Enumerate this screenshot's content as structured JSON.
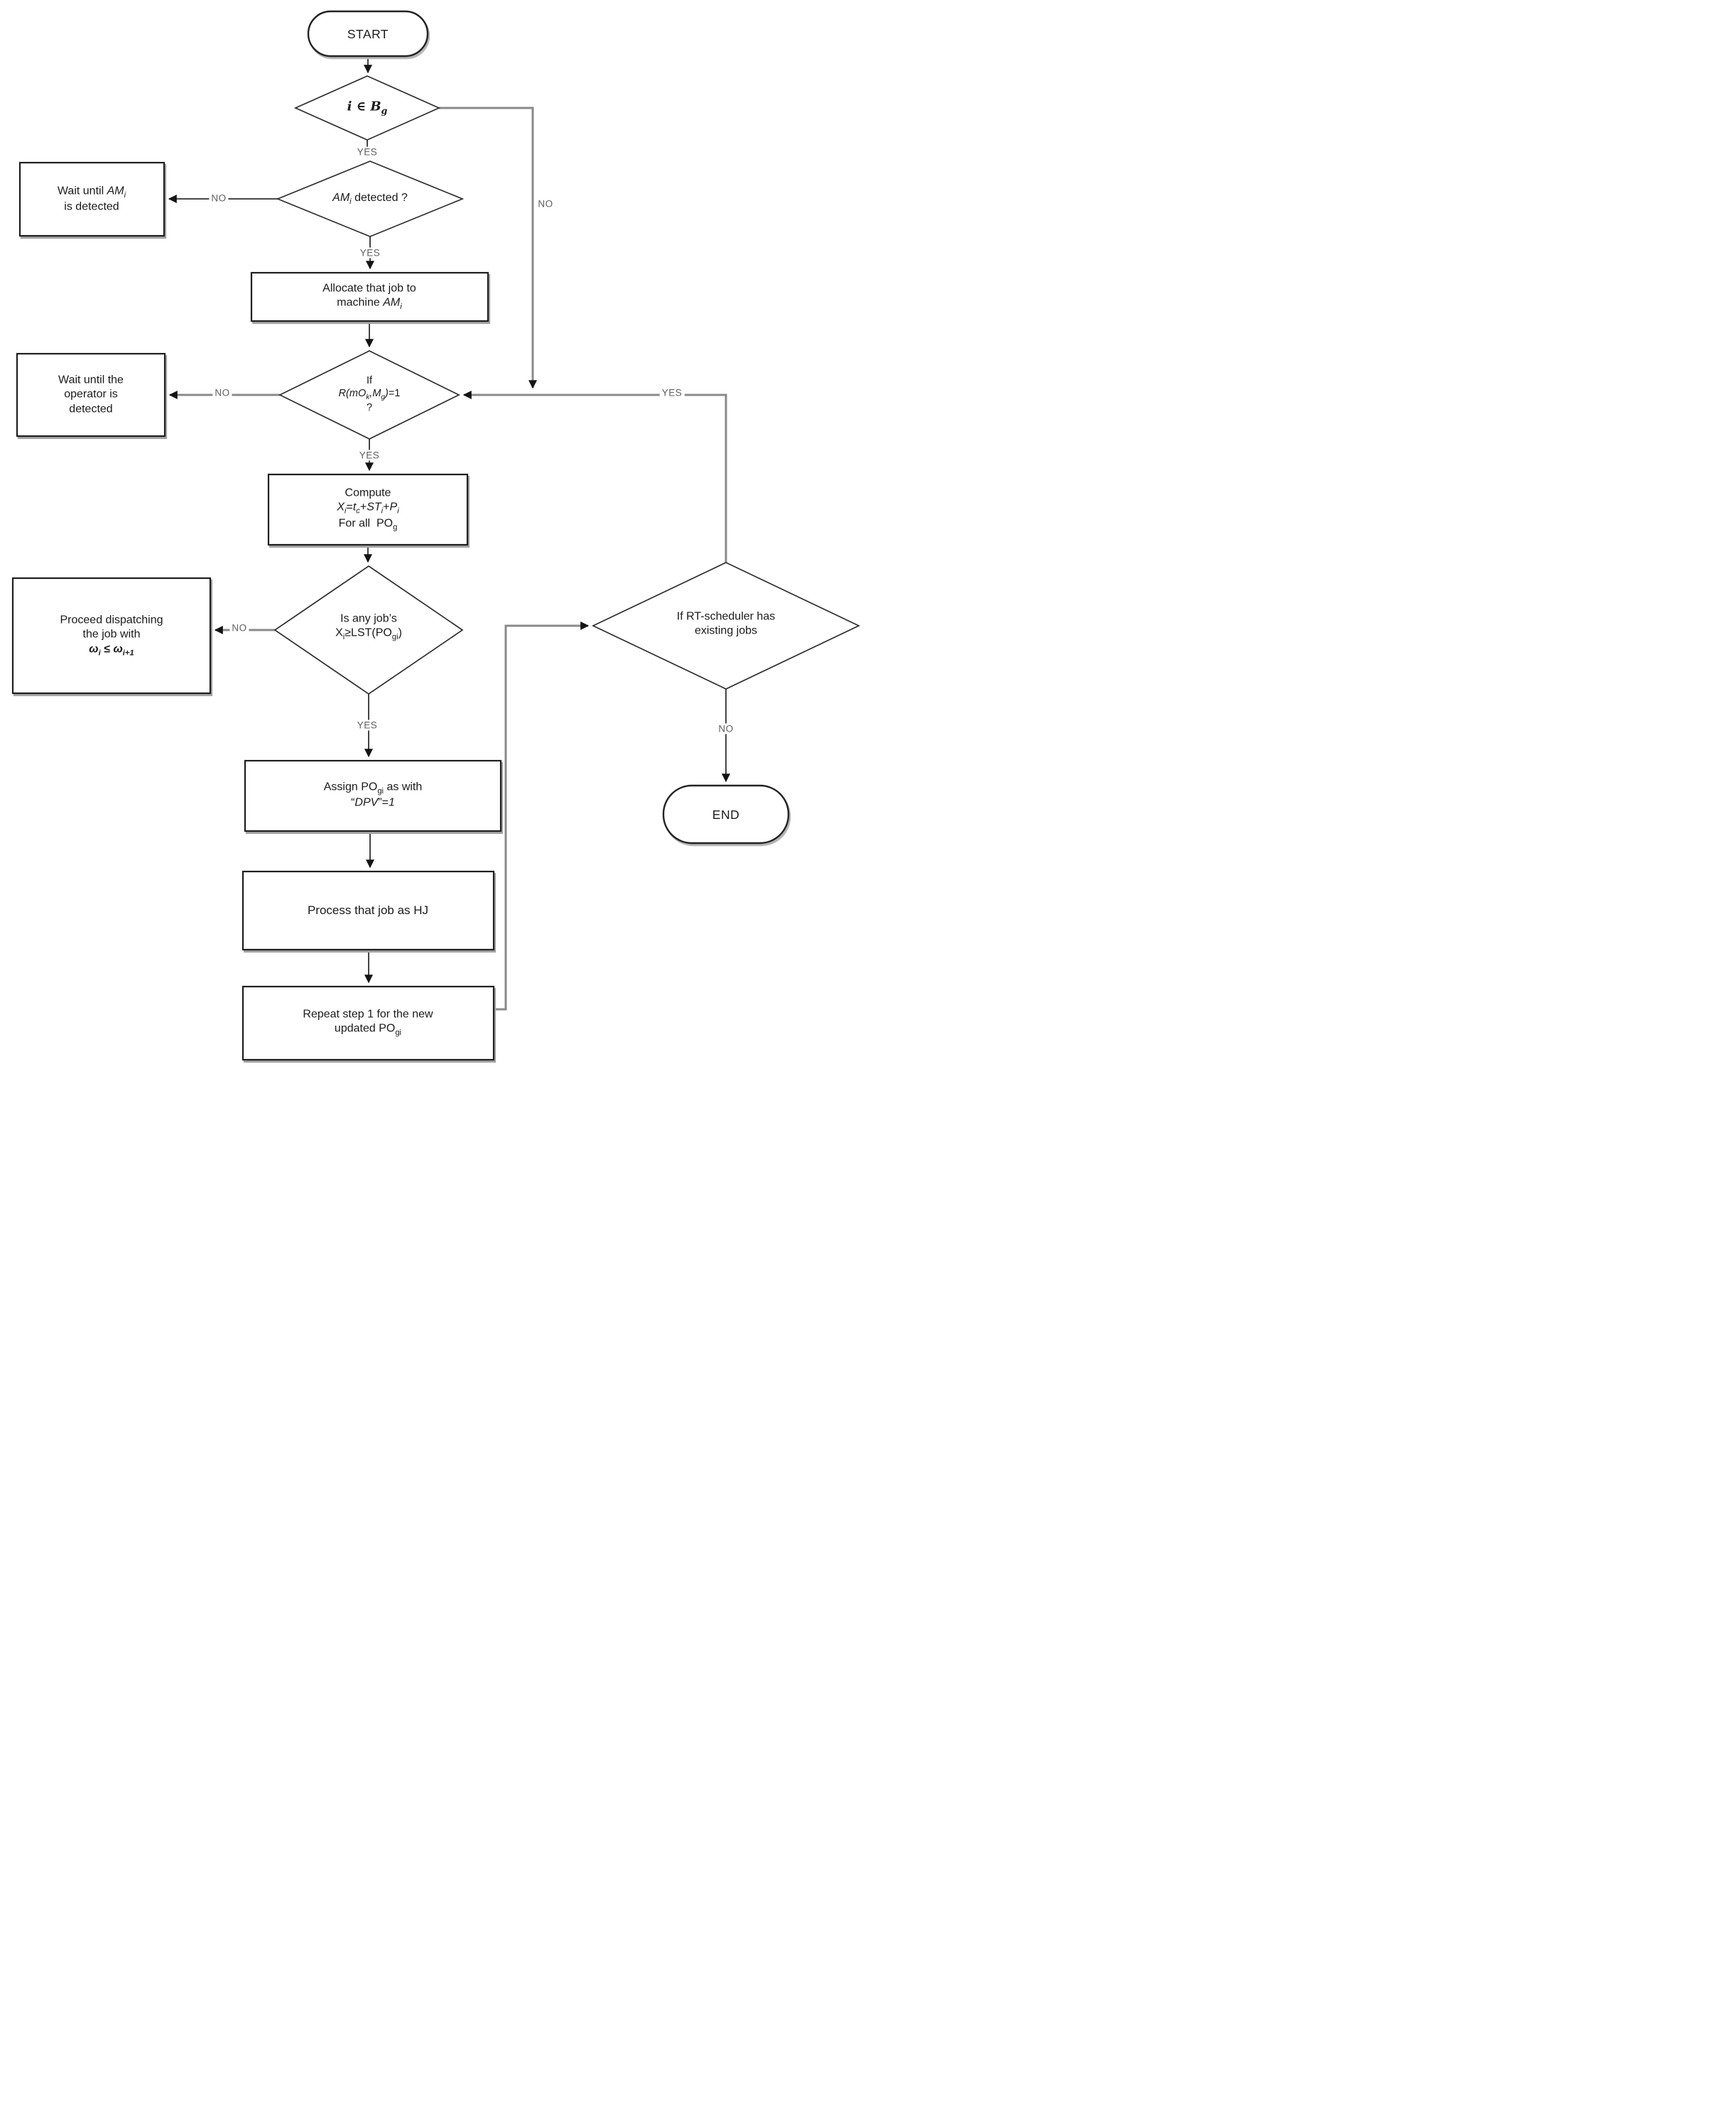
{
  "nodes": {
    "start": {
      "type": "terminator",
      "label": "START"
    },
    "in_bg": {
      "type": "decision",
      "label_html": "<b><i>i</i> &#8712; <i>B<sub>g</sub></i></b>"
    },
    "wait_am": {
      "type": "process",
      "label_html": "Wait until <i>AM<sub>i</sub></i><br>is detected"
    },
    "am_detected": {
      "type": "decision",
      "label_html": "<i>AM<sub>i</sub></i> detected ?"
    },
    "allocate": {
      "type": "process",
      "label_html": "Allocate that job to<br>machine <i>AM<sub>i</sub></i>"
    },
    "r_check": {
      "type": "decision",
      "label_html": "If<br><i>R(mO<sub>k</sub>,M<sub>g</sub>)</i>=1<br>?"
    },
    "wait_operator": {
      "type": "process",
      "label_html": "Wait until the<br>operator is<br>detected"
    },
    "compute": {
      "type": "process",
      "label_html": "Compute<br><i>X<sub>i</sub></i>=<i>t<sub>c</sub></i>+<i>ST<sub>i</sub></i>+<i>P<sub>i</sub></i><br>For all&nbsp; PO<sub>g</sub>"
    },
    "lst_check": {
      "type": "decision",
      "label_html": "Is any job&#8217;s<br>X<sub>i</sub>&#8805;LST(PO<sub>gi</sub>)"
    },
    "proceed": {
      "type": "process",
      "label_html": "Proceed dispatching<br>the job with<br><b><i>&#969;<sub>i</sub></i> &#8804; <i>&#969;<sub>i+1</sub></i></b>"
    },
    "assign": {
      "type": "process",
      "label_html": "Assign PO<sub>gi</sub> as with<br>&#8220;<i>DPV</i>&#8221;=<i>1</i>"
    },
    "process_hj": {
      "type": "process",
      "label": "Process that job as HJ"
    },
    "repeat_step": {
      "type": "process",
      "label_html": "Repeat step 1 for the new<br>updated PO<sub>gi</sub>"
    },
    "rt_check": {
      "type": "decision",
      "label_html": "If RT-scheduler has<br>existing jobs"
    },
    "end": {
      "type": "terminator",
      "label": "END"
    }
  },
  "edge_labels": {
    "in_bg_yes": "YES",
    "in_bg_no": "NO",
    "am_detected_no": "NO",
    "am_detected_yes": "YES",
    "r_check_no": "NO",
    "r_check_yes": "YES",
    "rt_check_yes": "YES",
    "lst_check_no": "NO",
    "lst_check_yes": "YES",
    "rt_check_no": "NO"
  },
  "colors": {
    "stroke_dark": "#2f2f2f",
    "stroke_gray": "#8a8a8a",
    "shape_border": "#1f1f1f",
    "background": "#ffffff",
    "text": "#1a1a1a",
    "edge_label_text": "#5f5f5f"
  }
}
